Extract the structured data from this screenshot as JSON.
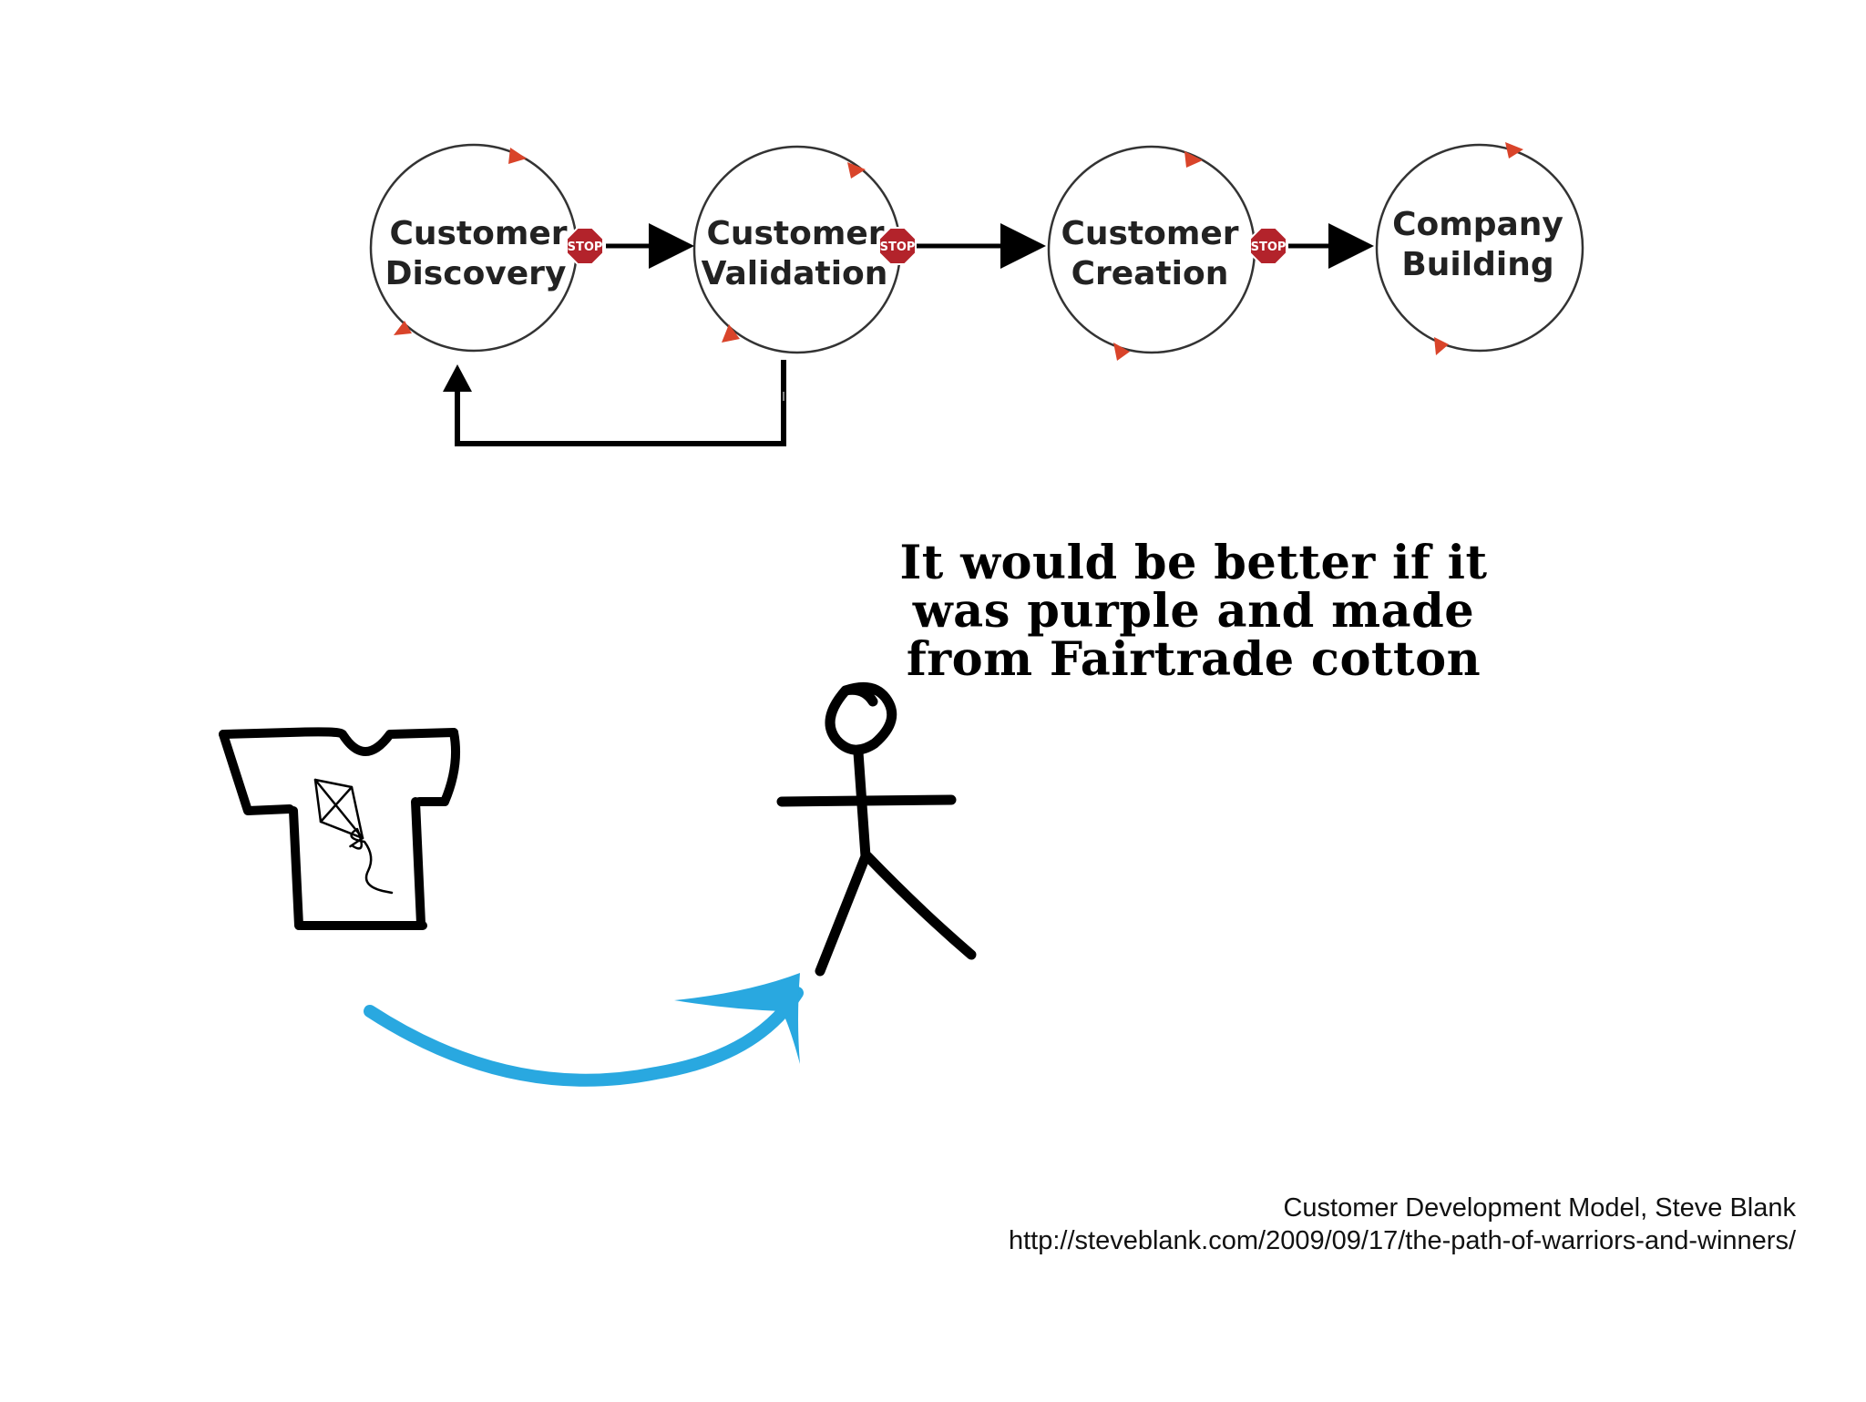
{
  "diagram": {
    "stages": [
      {
        "line1": "Customer",
        "line2": "Discovery"
      },
      {
        "line1": "Customer",
        "line2": "Validation"
      },
      {
        "line1": "Customer",
        "line2": "Creation"
      },
      {
        "line1": "Company",
        "line2": "Building"
      }
    ],
    "stop_label": "STOP"
  },
  "speech": {
    "line1": "It would be better if it",
    "line2": "was purple and made",
    "line3": "from Fairtrade cotton"
  },
  "credit": {
    "line1": "Customer Development Model, Steve Blank",
    "line2": "http://steveblank.com/2009/09/17/the-path-of-warriors-and-winners/"
  },
  "colors": {
    "circle_stroke": "#333333",
    "cycle_arrow": "#d9442a",
    "stop_sign": "#b3232b",
    "curved_arrow": "#29a8e0",
    "ink": "#000000"
  }
}
